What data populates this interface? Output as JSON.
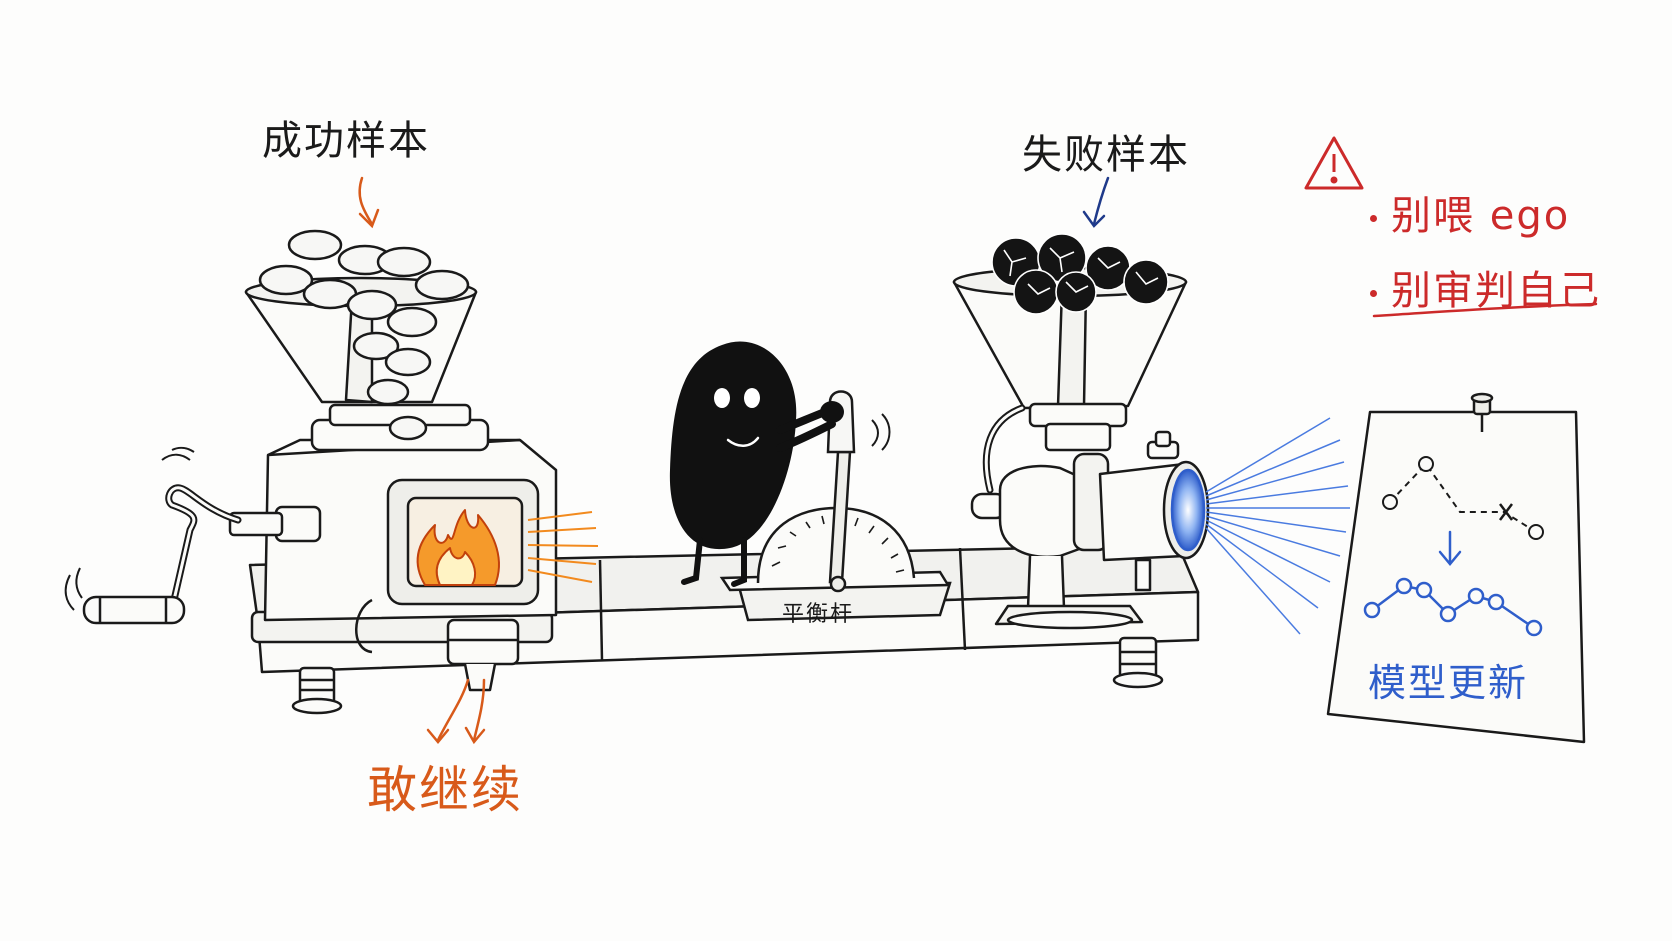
{
  "labels": {
    "success_samples": "成功样本",
    "failure_samples": "失败样本",
    "dare_continue": "敢继续",
    "balance_lever": "平衡杆",
    "model_update": "模型更新"
  },
  "warnings": [
    "别喂 ego",
    "别审判自己"
  ],
  "colors": {
    "ink": "#1a1a1a",
    "orange": "#d85a1a",
    "red": "#cc2a2a",
    "blue": "#2f5ecb",
    "fire": "#f28a1e"
  },
  "icons": [
    "warning-icon",
    "fire-icon",
    "crank-handle-icon",
    "pushpin-icon"
  ]
}
